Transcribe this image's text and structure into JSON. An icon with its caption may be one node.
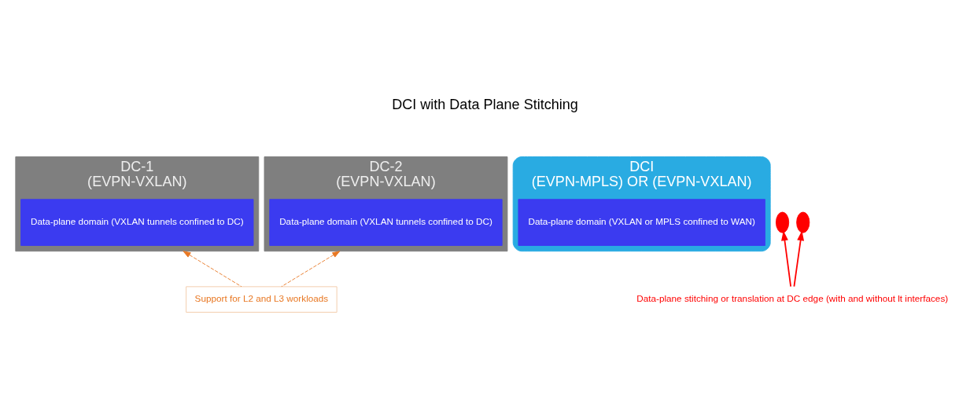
{
  "diagram": {
    "title": "DCI with Data Plane Stitching",
    "nodes": [
      {
        "text": [
          "DC-1",
          "(EVPN-VXLAN)"
        ]
      },
      {
        "text": [
          "Data-plane domain (VXLAN tunnels confined to DC)"
        ],
        "in": 0
      },
      {
        "text": [
          "DCI",
          "(EVPN-MPLS) OR (EVPN-VXLAN)"
        ]
      },
      {
        "text": [
          "Data-plane domain (VXLAN or MPLS confined to WAN)"
        ],
        "in": 2
      },
      {
        "text": [
          "DC-2",
          "(EVPN-VXLAN)"
        ]
      },
      {
        "text": [
          "Data-plane domain (VXLAN tunnels confined to DC)"
        ],
        "in": 4
      },
      {
        "text": [],
        "shape": "circle"
      },
      {
        "text": [],
        "shape": "circle"
      },
      {
        "text": [
          "Support for L2 and L3 workloads"
        ]
      },
      {
        "text": [
          "Data-plane stitching or translation at DC edge (with and without lt interfaces)"
        ]
      }
    ],
    "edges": [
      {
        "from": 8,
        "to": 0,
        "arrow": "to",
        "style": "dashed",
        "color": "#e87722"
      },
      {
        "from": 8,
        "to": 4,
        "arrow": "to",
        "style": "dashed",
        "color": "#e87722"
      },
      {
        "from": 9,
        "to": 6,
        "arrow": "to",
        "color": "#ff0000"
      },
      {
        "from": 9,
        "to": 7,
        "arrow": "to",
        "color": "#ff0000"
      }
    ]
  }
}
